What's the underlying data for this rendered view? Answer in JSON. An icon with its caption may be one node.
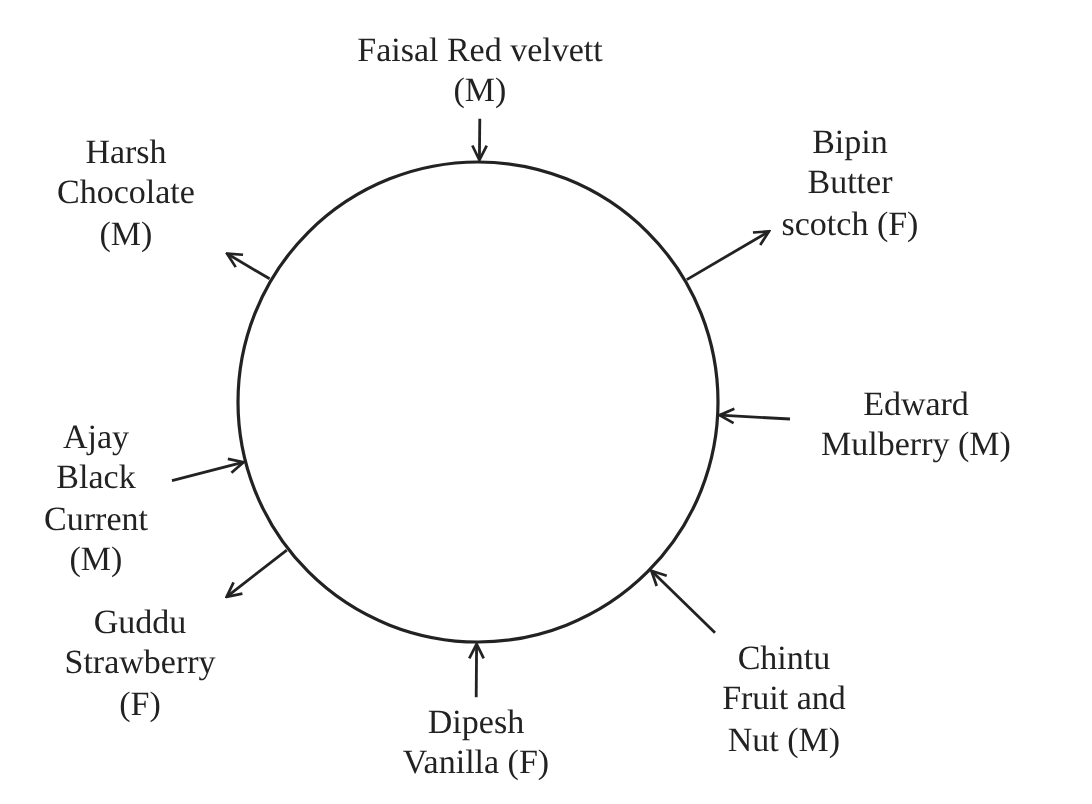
{
  "diagram": {
    "nodes": [
      {
        "text": [],
        "shape": "circle"
      },
      {
        "text": [
          "Faisal Red velvett (M)"
        ]
      },
      {
        "text": [
          "Harsh Chocolate (M)"
        ]
      },
      {
        "text": [
          "Bipin Butter scotch (F)"
        ]
      },
      {
        "text": [
          "Edward Mulberry (M)"
        ]
      },
      {
        "text": [
          "Ajay Black Current (M)"
        ]
      },
      {
        "text": [
          "Guddu Strawberry (F)"
        ]
      },
      {
        "text": [
          "Chintu Fruit and Nut (M)"
        ]
      },
      {
        "text": [
          "Dipesh Vanilla (F)"
        ]
      }
    ],
    "edges": [
      {
        "from": 1,
        "to": 0,
        "arrow": "to"
      },
      {
        "from": 0,
        "to": 2,
        "arrow": "to"
      },
      {
        "from": 0,
        "to": 3,
        "arrow": "to"
      },
      {
        "from": 4,
        "to": 0,
        "arrow": "to"
      },
      {
        "from": 5,
        "to": 0,
        "arrow": "to"
      },
      {
        "from": 0,
        "to": 6,
        "arrow": "to"
      },
      {
        "from": 7,
        "to": 0,
        "arrow": "to"
      },
      {
        "from": 8,
        "to": 0,
        "arrow": "to"
      }
    ]
  }
}
